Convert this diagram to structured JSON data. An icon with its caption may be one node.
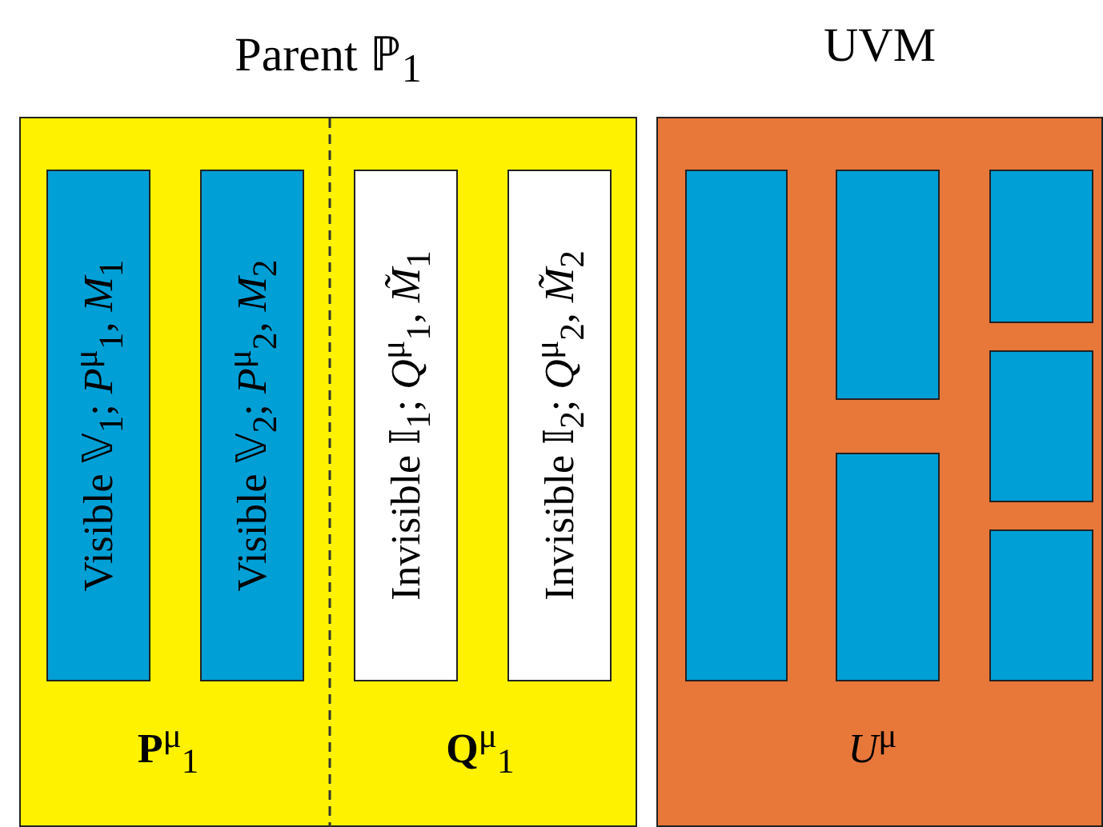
{
  "diagram": {
    "nodes": [
      {
        "text": [
          "Parent ℙ$_{1}$"
        ]
      },
      {
        "text": [
          "Visible 𝕍$_{1}$;  *P*$^{μ}$$_{1}$, *M*$_{1}$"
        ],
        "in": 0
      },
      {
        "text": [
          "Visible 𝕍$_{2}$;  *P*$^{μ}$$_{2}$, *M*$_{2}$"
        ],
        "in": 0
      },
      {
        "text": [
          "Invisible 𝕀$_{1}$;  *Q*$^{μ}$$_{1}$, *M̃*$_{1}$"
        ],
        "in": 0
      },
      {
        "text": [
          "Invisible 𝕀$_{2}$;  *Q*$^{μ}$$_{2}$, *M̃*$_{2}$"
        ],
        "in": 0
      },
      {
        "text": [
          "UVM"
        ]
      },
      {
        "text": [],
        "shape": "box",
        "in": 5
      },
      {
        "text": [],
        "shape": "box",
        "in": 5
      },
      {
        "text": [],
        "shape": "box",
        "in": 5
      },
      {
        "text": [],
        "shape": "box",
        "in": 5
      },
      {
        "text": [],
        "shape": "box",
        "in": 5
      },
      {
        "text": [],
        "shape": "box",
        "in": 5
      }
    ],
    "edges": [],
    "labels": [
      "**P**$^{μ}$$_{1}$",
      "**Q**$^{μ}$$_{1}$",
      "*U*$^{μ}$"
    ]
  }
}
